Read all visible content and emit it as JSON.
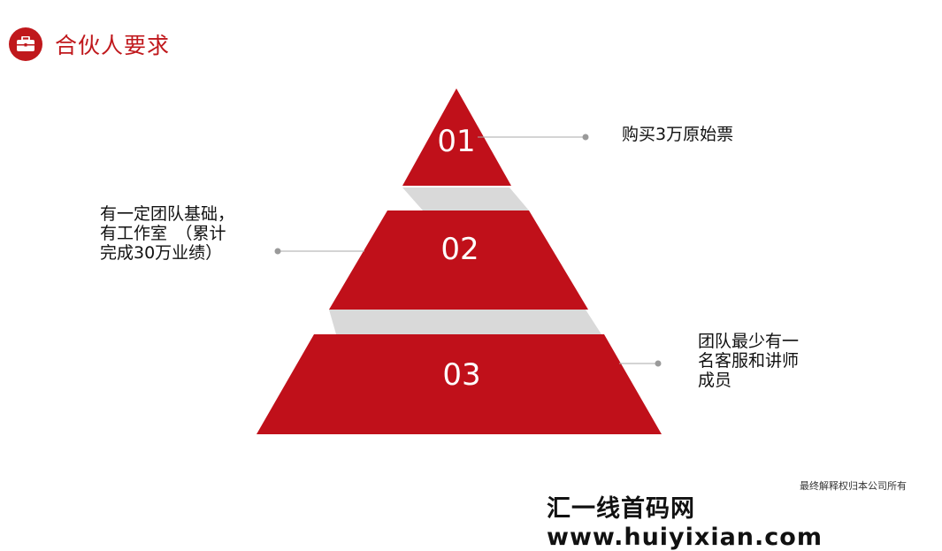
{
  "header": {
    "icon": "briefcase-icon",
    "title": "合伙人要求",
    "accent_color": "#c0181c"
  },
  "pyramid": {
    "levels": [
      {
        "number": "01",
        "description": "购买3万原始票"
      },
      {
        "number": "02",
        "description": "有一定团队基础，\n有工作室　（累计\n完成30万业绩）"
      },
      {
        "number": "03",
        "description": "团队最少有一\n名客服和讲师\n成员"
      }
    ],
    "fill_color": "#c0101a",
    "separator_color": "#d9d9d9"
  },
  "footer": {
    "note": "最终解释权归本公司所有",
    "watermark": "汇一线首码网 www.huiyixian.com"
  }
}
